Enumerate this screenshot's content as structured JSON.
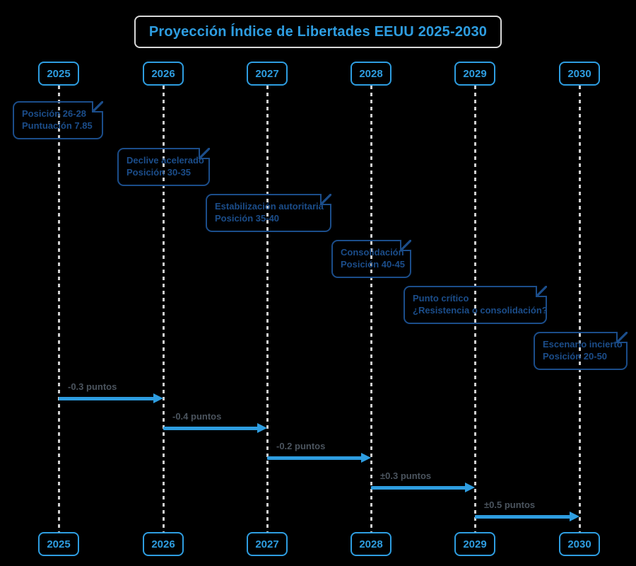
{
  "title": "Proyección Índice de Libertades EEUU 2025-2030",
  "colors": {
    "background": "#000000",
    "accent_blue": "#2e9de0",
    "note_blue": "#1b4d8a",
    "message_label_gray": "#4b545e",
    "lifeline_gray": "#cfcfcf",
    "title_border": "#d9d9d9"
  },
  "actors": [
    {
      "id": "2025",
      "label": "2025"
    },
    {
      "id": "2026",
      "label": "2026"
    },
    {
      "id": "2027",
      "label": "2027"
    },
    {
      "id": "2028",
      "label": "2028"
    },
    {
      "id": "2029",
      "label": "2029"
    },
    {
      "id": "2030",
      "label": "2030"
    }
  ],
  "notes": [
    {
      "actor": "2025",
      "lines": [
        "Posición 26-28",
        "Puntuación 7.85"
      ]
    },
    {
      "actor": "2026",
      "lines": [
        "Declive acelerado",
        "Posición 30-35"
      ]
    },
    {
      "actor": "2027",
      "lines": [
        "Estabilización autoritaria",
        "Posición 35-40"
      ]
    },
    {
      "actor": "2028",
      "lines": [
        "Consolidación",
        "Posición 40-45"
      ]
    },
    {
      "actor": "2029",
      "lines": [
        "Punto crítico",
        "¿Resistencia o consolidación?"
      ]
    },
    {
      "actor": "2030",
      "lines": [
        "Escenario incierto",
        "Posición 20-50"
      ]
    }
  ],
  "messages": [
    {
      "from": "2025",
      "to": "2026",
      "label": "-0.3 puntos"
    },
    {
      "from": "2026",
      "to": "2027",
      "label": "-0.4 puntos"
    },
    {
      "from": "2027",
      "to": "2028",
      "label": "-0.2 puntos"
    },
    {
      "from": "2028",
      "to": "2029",
      "label": "±0.3 puntos"
    },
    {
      "from": "2029",
      "to": "2030",
      "label": "±0.5 puntos"
    }
  ]
}
